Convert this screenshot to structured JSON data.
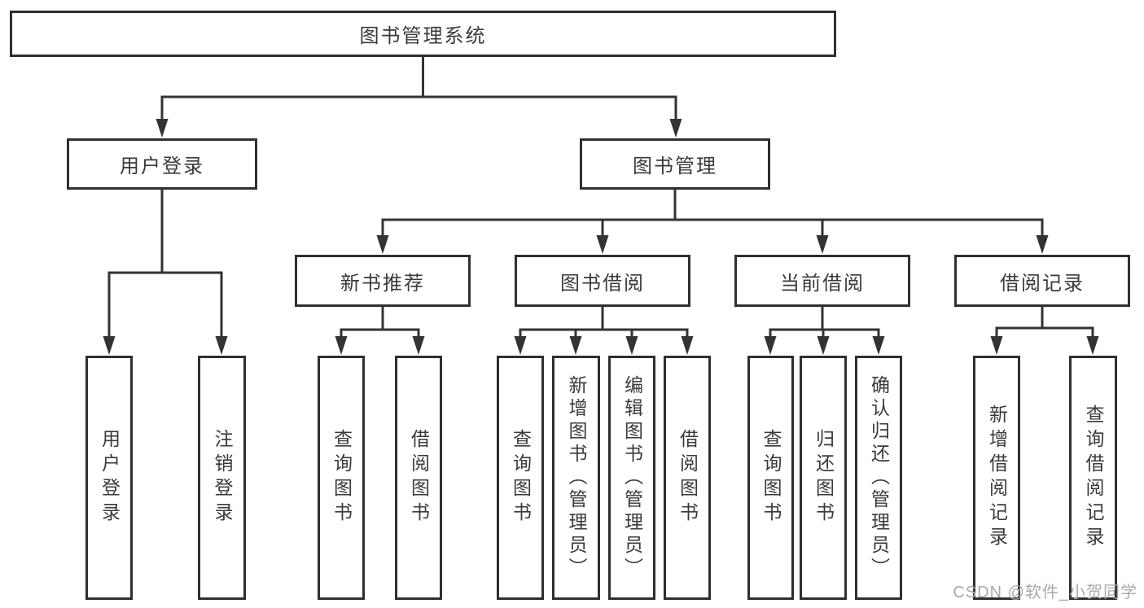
{
  "diagram": {
    "title": "图书管理系统",
    "level2": [
      {
        "label": "用户登录"
      },
      {
        "label": "图书管理"
      }
    ],
    "level3": [
      {
        "label": "新书推荐"
      },
      {
        "label": "图书借阅"
      },
      {
        "label": "当前借阅"
      },
      {
        "label": "借阅记录"
      }
    ],
    "leaves": {
      "login": [
        "用户登录",
        "注销登录"
      ],
      "newbook": [
        "查询图书",
        "借阅图书"
      ],
      "borrow": [
        "查询图书",
        "新增图书（管理员）",
        "编辑图书（管理员）",
        "借阅图书"
      ],
      "current": [
        "查询图书",
        "归还图书",
        "确认归还（管理员）"
      ],
      "record": [
        "新增借阅记录",
        "查询借阅记录"
      ]
    }
  },
  "watermark": "CSDN @软件_小贺同学",
  "colors": {
    "line": "#333333",
    "node_border": "#2f2f2f",
    "node_bg": "#ffffff",
    "text": "#3a3a3a",
    "watermark": "#a9a9a9",
    "background": "#ffffff"
  }
}
